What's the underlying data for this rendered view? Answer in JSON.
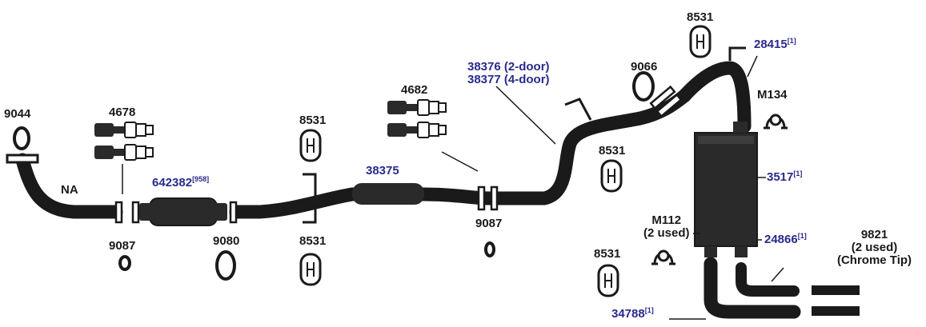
{
  "header": {
    "text": ""
  },
  "labels": {
    "p9044": "9044",
    "p4678": "4678",
    "na": "NA",
    "p642382": "642382",
    "p642382_note": "[958]",
    "p9087_left": "9087",
    "p9080": "9080",
    "p8531_a": "8531",
    "p8531_b": "8531",
    "p38375": "38375",
    "p4682": "4682",
    "p38376": "38376 (2-door)",
    "p38377": "38377 (4-door)",
    "p9087_mid": "9087",
    "p8531_c": "8531",
    "p9066": "9066",
    "p8531_top": "8531",
    "p28415": "28415",
    "p28415_note": "[1]",
    "pM134": "M134",
    "p3517": "3517",
    "p3517_note": "[1]",
    "pM112": "M112",
    "pM112_qty": "(2 used)",
    "p24866": "24866",
    "p24866_note": "[1]",
    "p9821": "9821",
    "p9821_qty": "(2 used)",
    "p9821_desc": "(Chrome Tip)",
    "p8531_d": "8531",
    "p34788": "34788",
    "p34788_note": "[1]"
  },
  "colors": {
    "part_line": "#1a1a1a",
    "part_blue": "#2a2a8c",
    "background": "#ffffff"
  }
}
